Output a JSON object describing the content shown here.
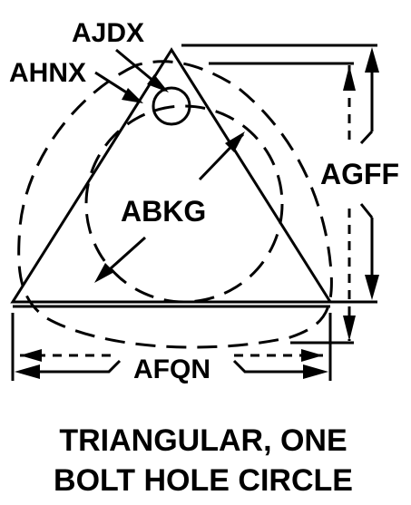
{
  "labels": {
    "ajdx": "AJDX",
    "ahnx": "AHNX",
    "abkg": "ABKG",
    "agff": "AGFF",
    "afqn": "AFQN"
  },
  "caption": {
    "line1": "TRIANGULAR, ONE",
    "line2": "BOLT HOLE CIRCLE"
  }
}
